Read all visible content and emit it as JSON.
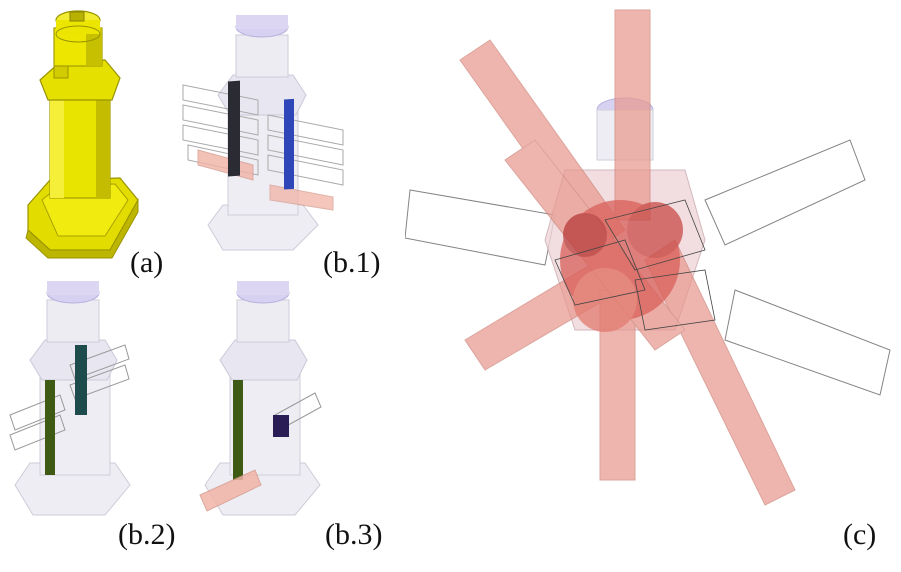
{
  "labels": {
    "a": "(a)",
    "b1": "(b.1)",
    "b2": "(b.2)",
    "b3": "(b.3)",
    "c": "(c)"
  },
  "colors": {
    "part_yellow": "#e9e300",
    "part_yellow_dark": "#b4ad00",
    "ghost_body": "#e8e6ef",
    "ghost_cap": "#c9c2e8",
    "red_rod": "#e8978c",
    "blue_slot": "#2f46b8",
    "dark_slot": "#2b2b34",
    "teal_slot": "#1e4b4b",
    "green_slot": "#3f5a14",
    "purple_block": "#2a1c55"
  }
}
